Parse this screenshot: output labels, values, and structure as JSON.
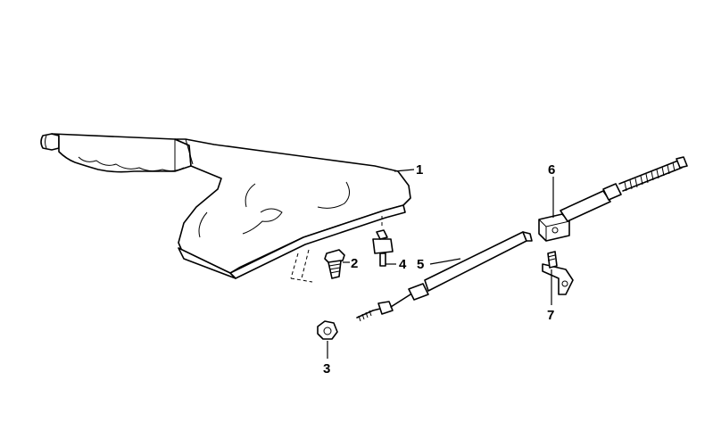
{
  "diagram": {
    "callouts": [
      {
        "id": "1",
        "label": "1",
        "part": "handbrake-lever-with-boot"
      },
      {
        "id": "2",
        "label": "2",
        "part": "bolt"
      },
      {
        "id": "3",
        "label": "3",
        "part": "nut"
      },
      {
        "id": "4",
        "label": "4",
        "part": "clip"
      },
      {
        "id": "5",
        "label": "5",
        "part": "front-cable"
      },
      {
        "id": "6",
        "label": "6",
        "part": "cable-connector"
      },
      {
        "id": "7",
        "label": "7",
        "part": "bracket"
      }
    ]
  },
  "colors": {
    "line": "#000000",
    "background": "#ffffff"
  }
}
